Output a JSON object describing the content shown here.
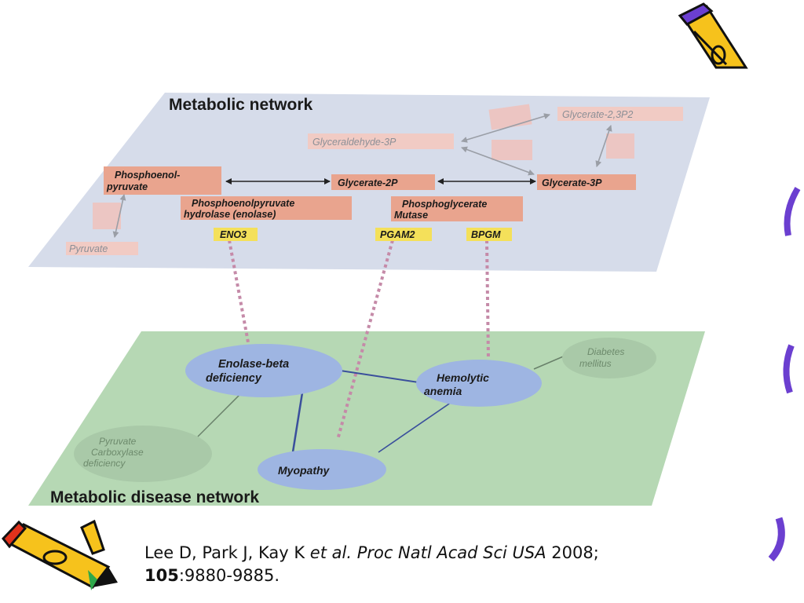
{
  "metabolic_layer": {
    "title": "Metabolic network",
    "metabolites": {
      "glycerate_23p2": "Glycerate-2,3P2",
      "glyceraldehyde_3p": "Glyceraldehyde-3P",
      "phosphoenolpyruvate_line1": "Phosphoenol-",
      "phosphoenolpyruvate_line2": "pyruvate",
      "glycerate_2p": "Glycerate-2P",
      "glycerate_3p": "Glycerate-3P",
      "pyruvate": "Pyruvate"
    },
    "enzymes": {
      "enolase_line1": "Phosphoenolpyruvate",
      "enolase_line2": "hydrolase (enolase)",
      "mutase_line1": "Phosphoglycerate",
      "mutase_line2": "Mutase"
    },
    "genes": {
      "eno3": "ENO3",
      "pgam2": "PGAM2",
      "bpgm": "BPGM"
    }
  },
  "disease_layer": {
    "title": "Metabolic disease network",
    "diseases": {
      "enolase_line1": "Enolase-beta",
      "enolase_line2": "deficiency",
      "hemolytic_line1": "Hemolytic",
      "hemolytic_line2": "anemia",
      "myopathy": "Myopathy",
      "diabetes_line1": "Diabetes",
      "diabetes_line2": "mellitus",
      "pyruvate_line1": "Pyruvate",
      "pyruvate_line2": "Carboxylase",
      "pyruvate_line3": "deficiency"
    }
  },
  "citation": {
    "authors": "Lee D, Park J, Kay K ",
    "etal": "et al.",
    "journal": " Proc Natl Acad Sci USA",
    "year": " 2008;",
    "volume": "105",
    "pages": ":9880-9885."
  },
  "colors": {
    "metabolic_plane": "#d6dcea",
    "disease_plane": "#b6d8b4",
    "metabolite_box": "#e9a48e",
    "gene_box": "#f4e05a",
    "disease_node": "#9eb5e2",
    "faded_node": "#a9c9a8",
    "link": "#3a4f9c",
    "gene_link": "#c58aa8",
    "pencil_yellow": "#f6c21c",
    "accent_purple": "#6b3fd0"
  }
}
